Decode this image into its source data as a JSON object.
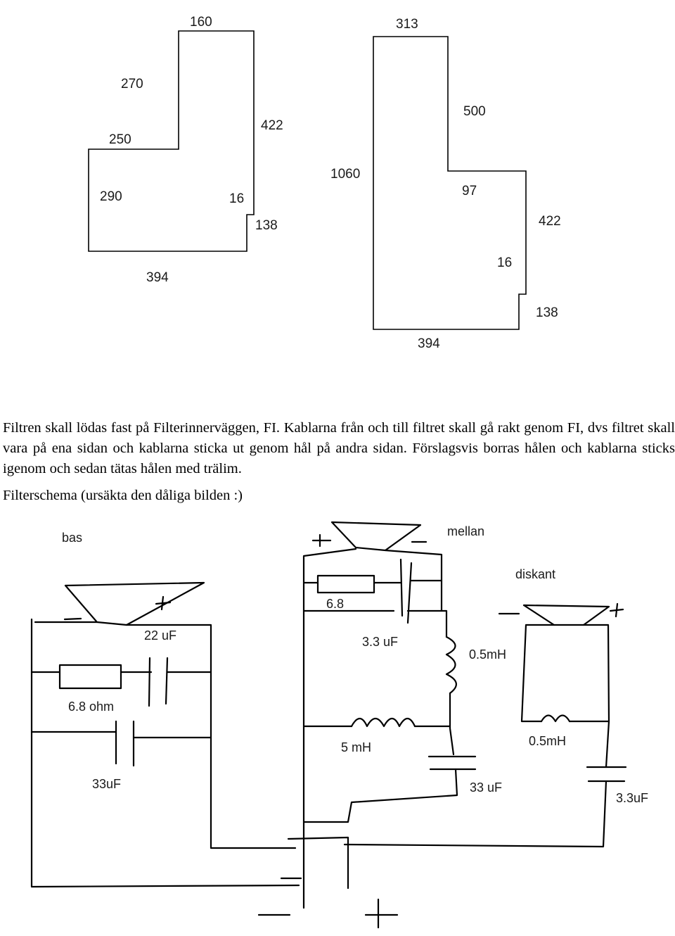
{
  "outline_left": {
    "top": "160",
    "upper_left": "270",
    "step": "250",
    "lower_left": "290",
    "right": "422",
    "notch_depth": "16",
    "notch_height": "138",
    "bottom": "394"
  },
  "outline_right": {
    "top": "313",
    "upper_right": "500",
    "left": "1060",
    "step": "97",
    "right": "422",
    "notch_depth": "16",
    "notch_height": "138",
    "bottom": "394"
  },
  "instructions": "Filtren skall lödas fast på Filterinnerväggen, FI. Kablarna från och till filtret skall gå rakt genom FI, dvs filtret skall vara på ena sidan och kablarna sticka ut genom hål på andra sidan. Förslagsvis borras hålen och kablarna sticks igenom och sedan tätas hålen med trälim.",
  "schema_caption": "Filterschema (ursäkta den dåliga bilden :)",
  "schematic": {
    "bass": {
      "name": "bas",
      "capacitor_top": "22 uF",
      "resistor": "6.8 ohm",
      "capacitor_bottom": "33uF"
    },
    "mid": {
      "name": "mellan",
      "resistor": "6.8",
      "capacitor_top": "3.3 uF",
      "inductor_right": "0.5mH",
      "inductor_bottom": "5 mH",
      "capacitor_bottom": "33 uF"
    },
    "treble": {
      "name": "diskant",
      "inductor": "0.5mH",
      "capacitor": "3.3uF"
    }
  }
}
